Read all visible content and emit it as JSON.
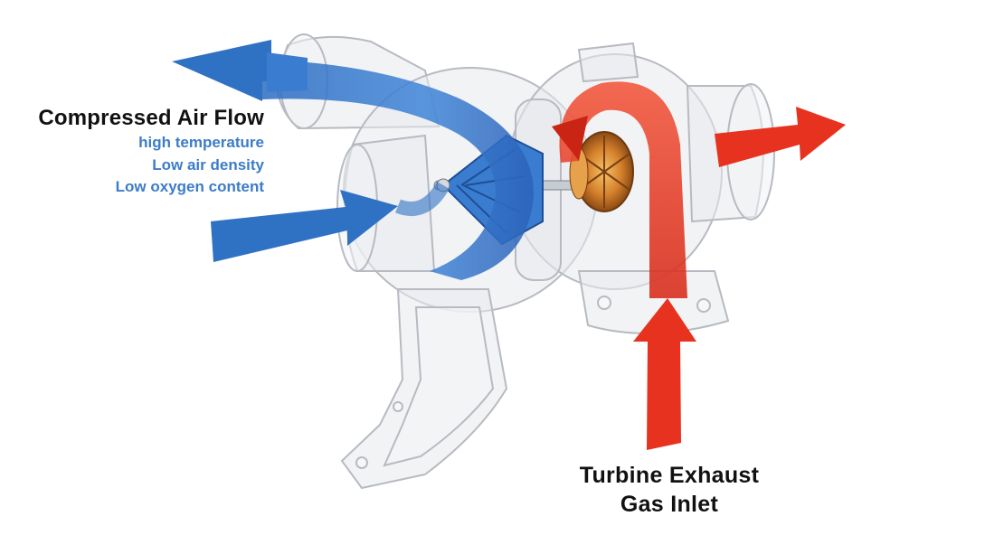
{
  "colors": {
    "cold_air": "#2f72c4",
    "hot_gas": "#e6321e",
    "housing": "#c6c9cf",
    "text_main": "#111111",
    "text_note": "#3c7cc8"
  },
  "labels": {
    "compressed_title": "Compressed Air Flow",
    "compressed_notes": [
      "high temperature",
      "Low air density",
      "Low oxygen content"
    ],
    "turbine_lines": [
      "Turbine Exhaust",
      "Gas Inlet"
    ]
  }
}
